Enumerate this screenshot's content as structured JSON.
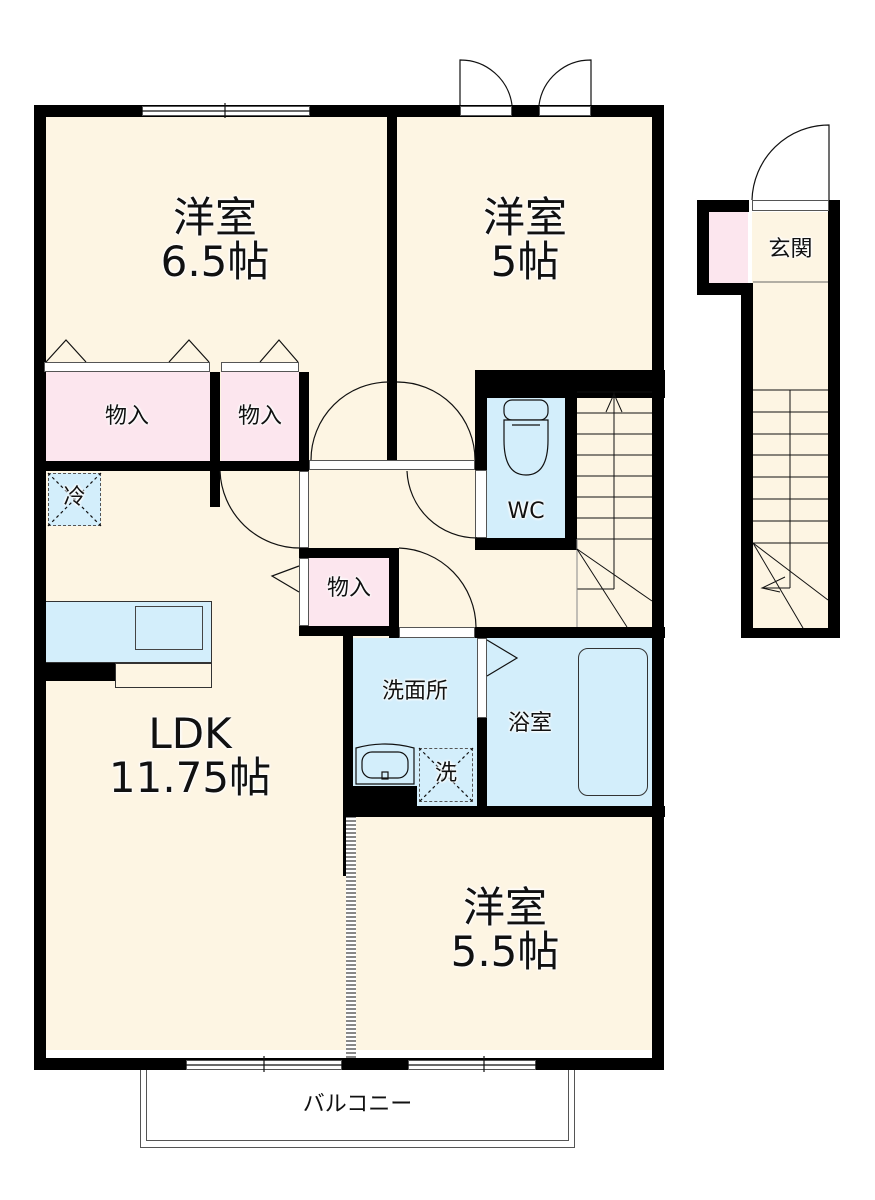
{
  "floorplan": {
    "rooms": [
      {
        "id": "bedroom1",
        "name": "洋室",
        "size": "6.5帖"
      },
      {
        "id": "bedroom2",
        "name": "洋室",
        "size": "5帖"
      },
      {
        "id": "bedroom3",
        "name": "洋室",
        "size": "5.5帖"
      },
      {
        "id": "ldk",
        "name": "LDK",
        "size": "11.75帖"
      }
    ],
    "storage": [
      {
        "id": "storage1",
        "label": "物入"
      },
      {
        "id": "storage2",
        "label": "物入"
      },
      {
        "id": "storage3",
        "label": "物入"
      }
    ],
    "utility": {
      "washroom": "洗面所",
      "bathroom": "浴室",
      "toilet": "WC",
      "entrance": "玄関",
      "fridge": "冷",
      "washer": "洗",
      "balcony": "バルコニー"
    },
    "colors": {
      "floor": "#fdf5e3",
      "storage": "#fce6ee",
      "wet_area": "#d3eefb",
      "wall": "#000000"
    }
  }
}
